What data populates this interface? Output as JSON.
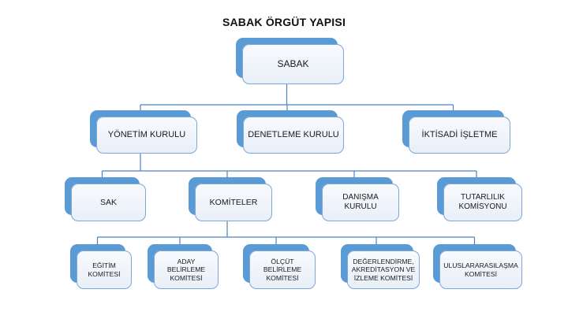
{
  "title": "SABAK ÖRGÜT YAPISI",
  "colors": {
    "node_shadow": "#5b9bd5",
    "node_fill_top": "#f8fafd",
    "node_fill_bottom": "#e9eff8",
    "node_border": "#7ba7d9",
    "connector": "#4e84bc",
    "title_text": "#111111",
    "node_text": "#1a1a1a"
  },
  "org": {
    "label": "SABAK",
    "children": [
      {
        "label": "YÖNETİM KURULU",
        "children": [
          {
            "label": "SAK"
          },
          {
            "label": "KOMİTELER",
            "children": [
              {
                "label": "EĞİTİM\nKOMİTESİ"
              },
              {
                "label": "ADAY\nBELİRLEME\nKOMİTESİ"
              },
              {
                "label": "ÖLÇÜT\nBELİRLEME\nKOMİTESİ"
              },
              {
                "label": "DEĞERLENDİRME,\nAKREDİTASYON VE\nİZLEME KOMİTESİ"
              },
              {
                "label": "ULUSLARARASILAŞMA\nKOMİTESİ"
              }
            ]
          },
          {
            "label": "DANIŞMA\nKURULU"
          },
          {
            "label": "TUTARLILIK\nKOMİSYONU"
          }
        ]
      },
      {
        "label": "DENETLEME KURULU"
      },
      {
        "label": "İKTİSADİ İŞLETME"
      }
    ]
  }
}
